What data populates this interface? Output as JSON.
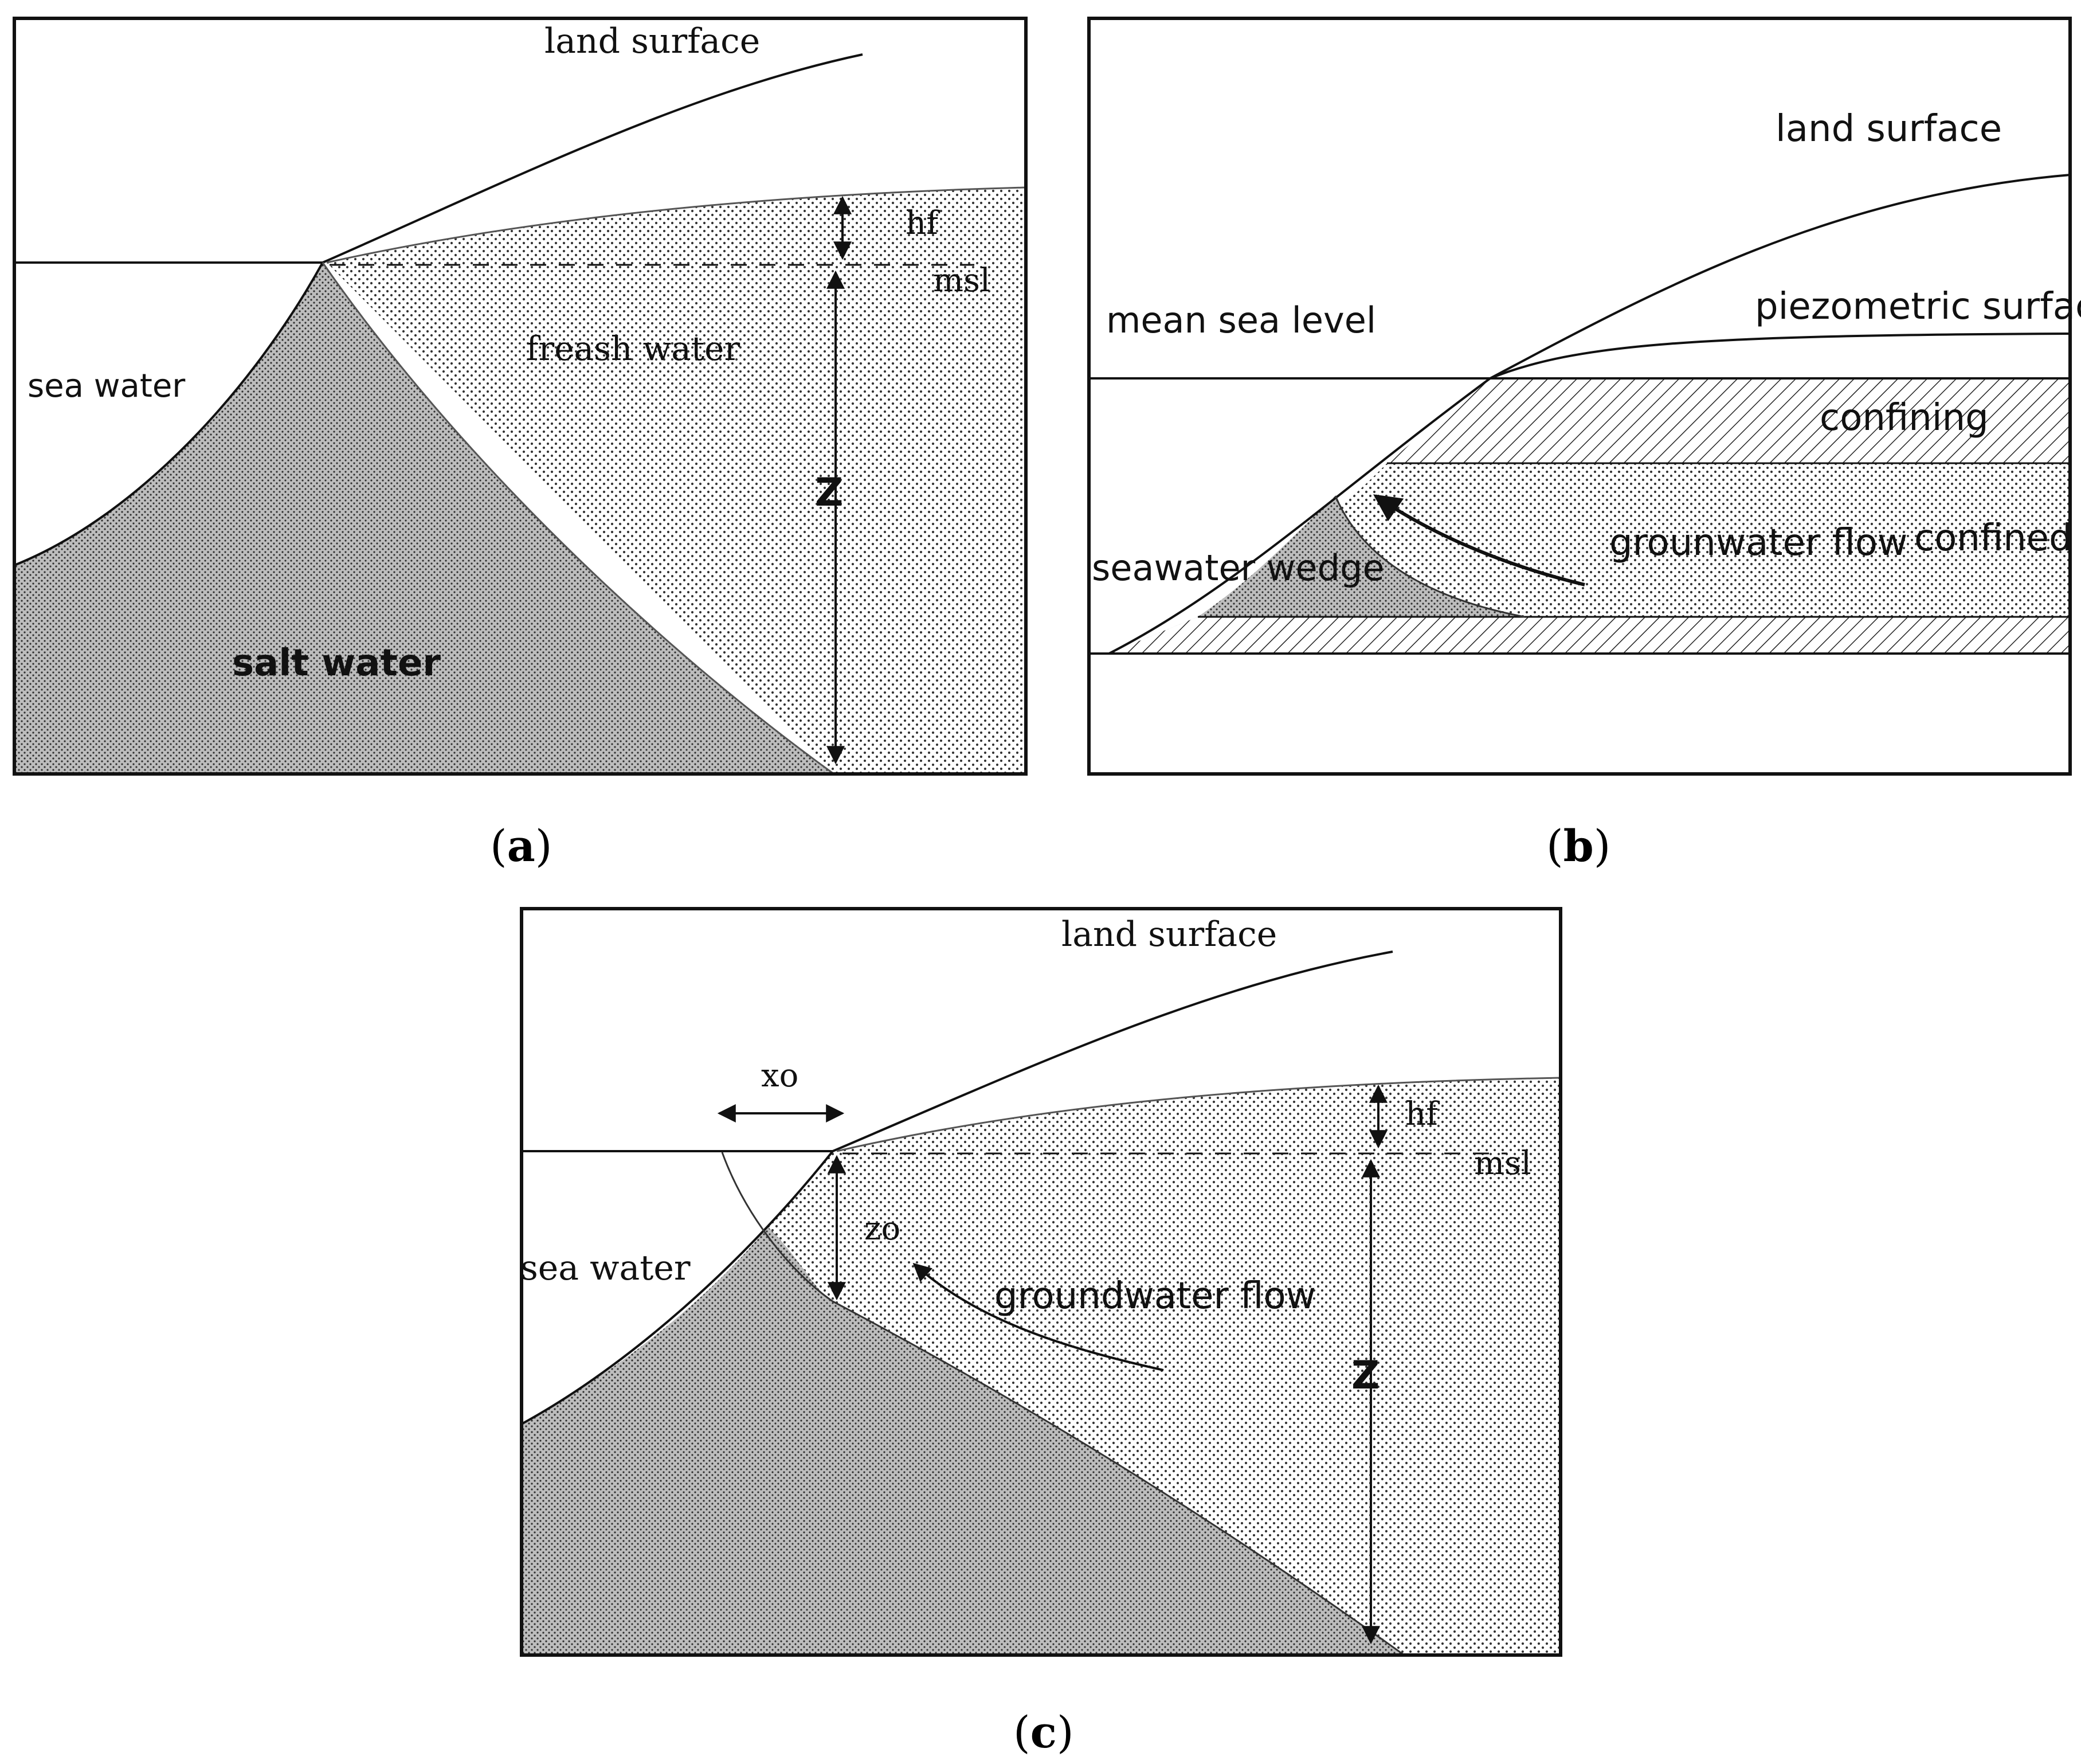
{
  "panels": {
    "a": {
      "caption_letter": "a",
      "land_surface": "land surface",
      "hf": "hf",
      "msl": "msl",
      "fresh_water": "freash water",
      "sea_water": "sea water",
      "z": "Z",
      "salt_water": "salt water"
    },
    "b": {
      "caption_letter": "b",
      "land_surface": "land surface",
      "mean_sea_level": "mean sea level",
      "piezometric_surface": "piezometric surface",
      "confining": "confining",
      "seawater_wedge": "seawater wedge",
      "groundwater_flow": "grounwater flow",
      "confined": "confined"
    },
    "c": {
      "caption_letter": "c",
      "land_surface": "land surface",
      "xo": "xo",
      "hf": "hf",
      "msl": "msl",
      "zo": "zo",
      "sea_water": "sea water",
      "groundwater_flow": "groundwater flow",
      "z": "Z"
    }
  },
  "colors": {
    "line": "#111111",
    "fresh_dots": "#333333",
    "salt_fill": "#b9b9b9"
  }
}
